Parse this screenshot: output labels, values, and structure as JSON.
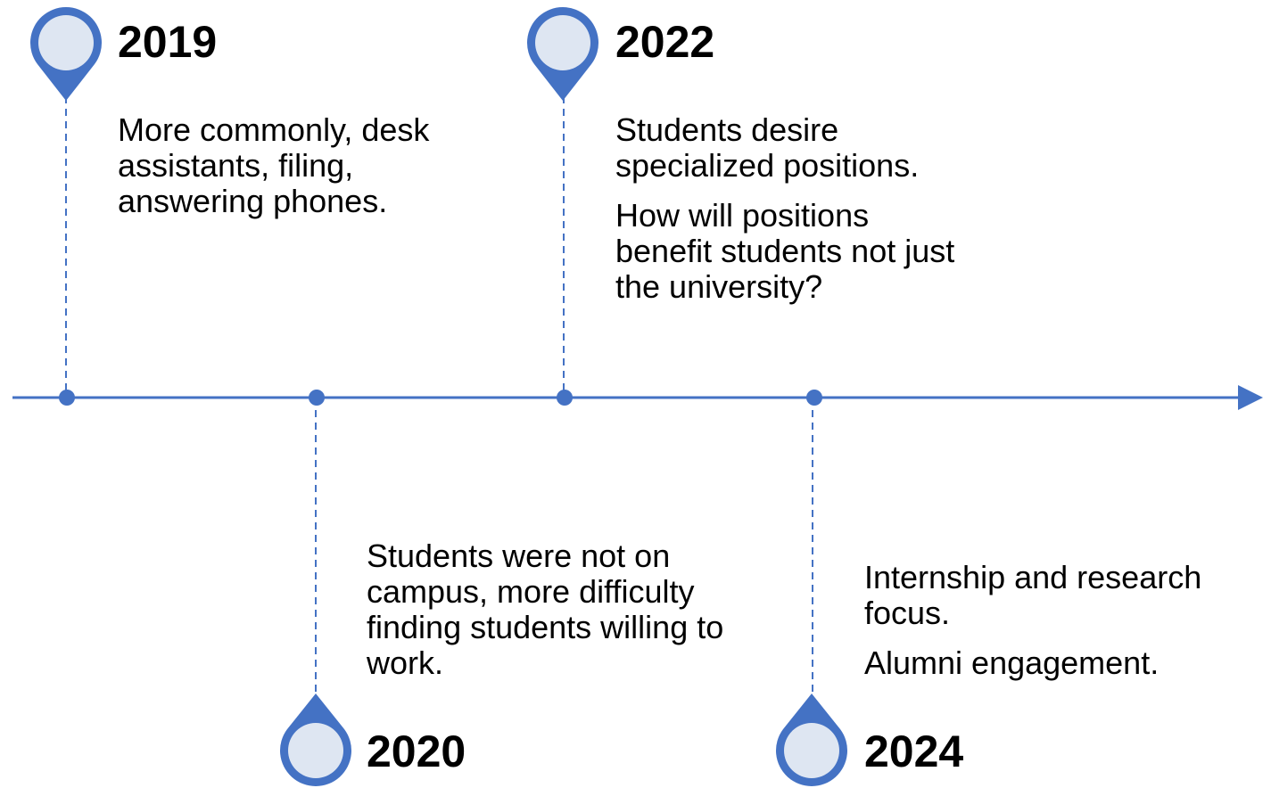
{
  "colors": {
    "accent": "#4472C4",
    "pin_fill": "#DEE6F2",
    "text": "#000000"
  },
  "events": [
    {
      "year": "2019",
      "paragraphs": [
        "More commonly, desk\nassistants, filing,\nanswering phones."
      ]
    },
    {
      "year": "2020",
      "paragraphs": [
        "Students were not on\ncampus, more difficulty\nfinding students willing to\nwork."
      ]
    },
    {
      "year": "2022",
      "paragraphs": [
        "Students desire\nspecialized positions.",
        "How will positions\nbenefit students not just\nthe university?"
      ]
    },
    {
      "year": "2024",
      "paragraphs": [
        "Internship and research\nfocus.",
        "Alumni engagement."
      ]
    }
  ]
}
